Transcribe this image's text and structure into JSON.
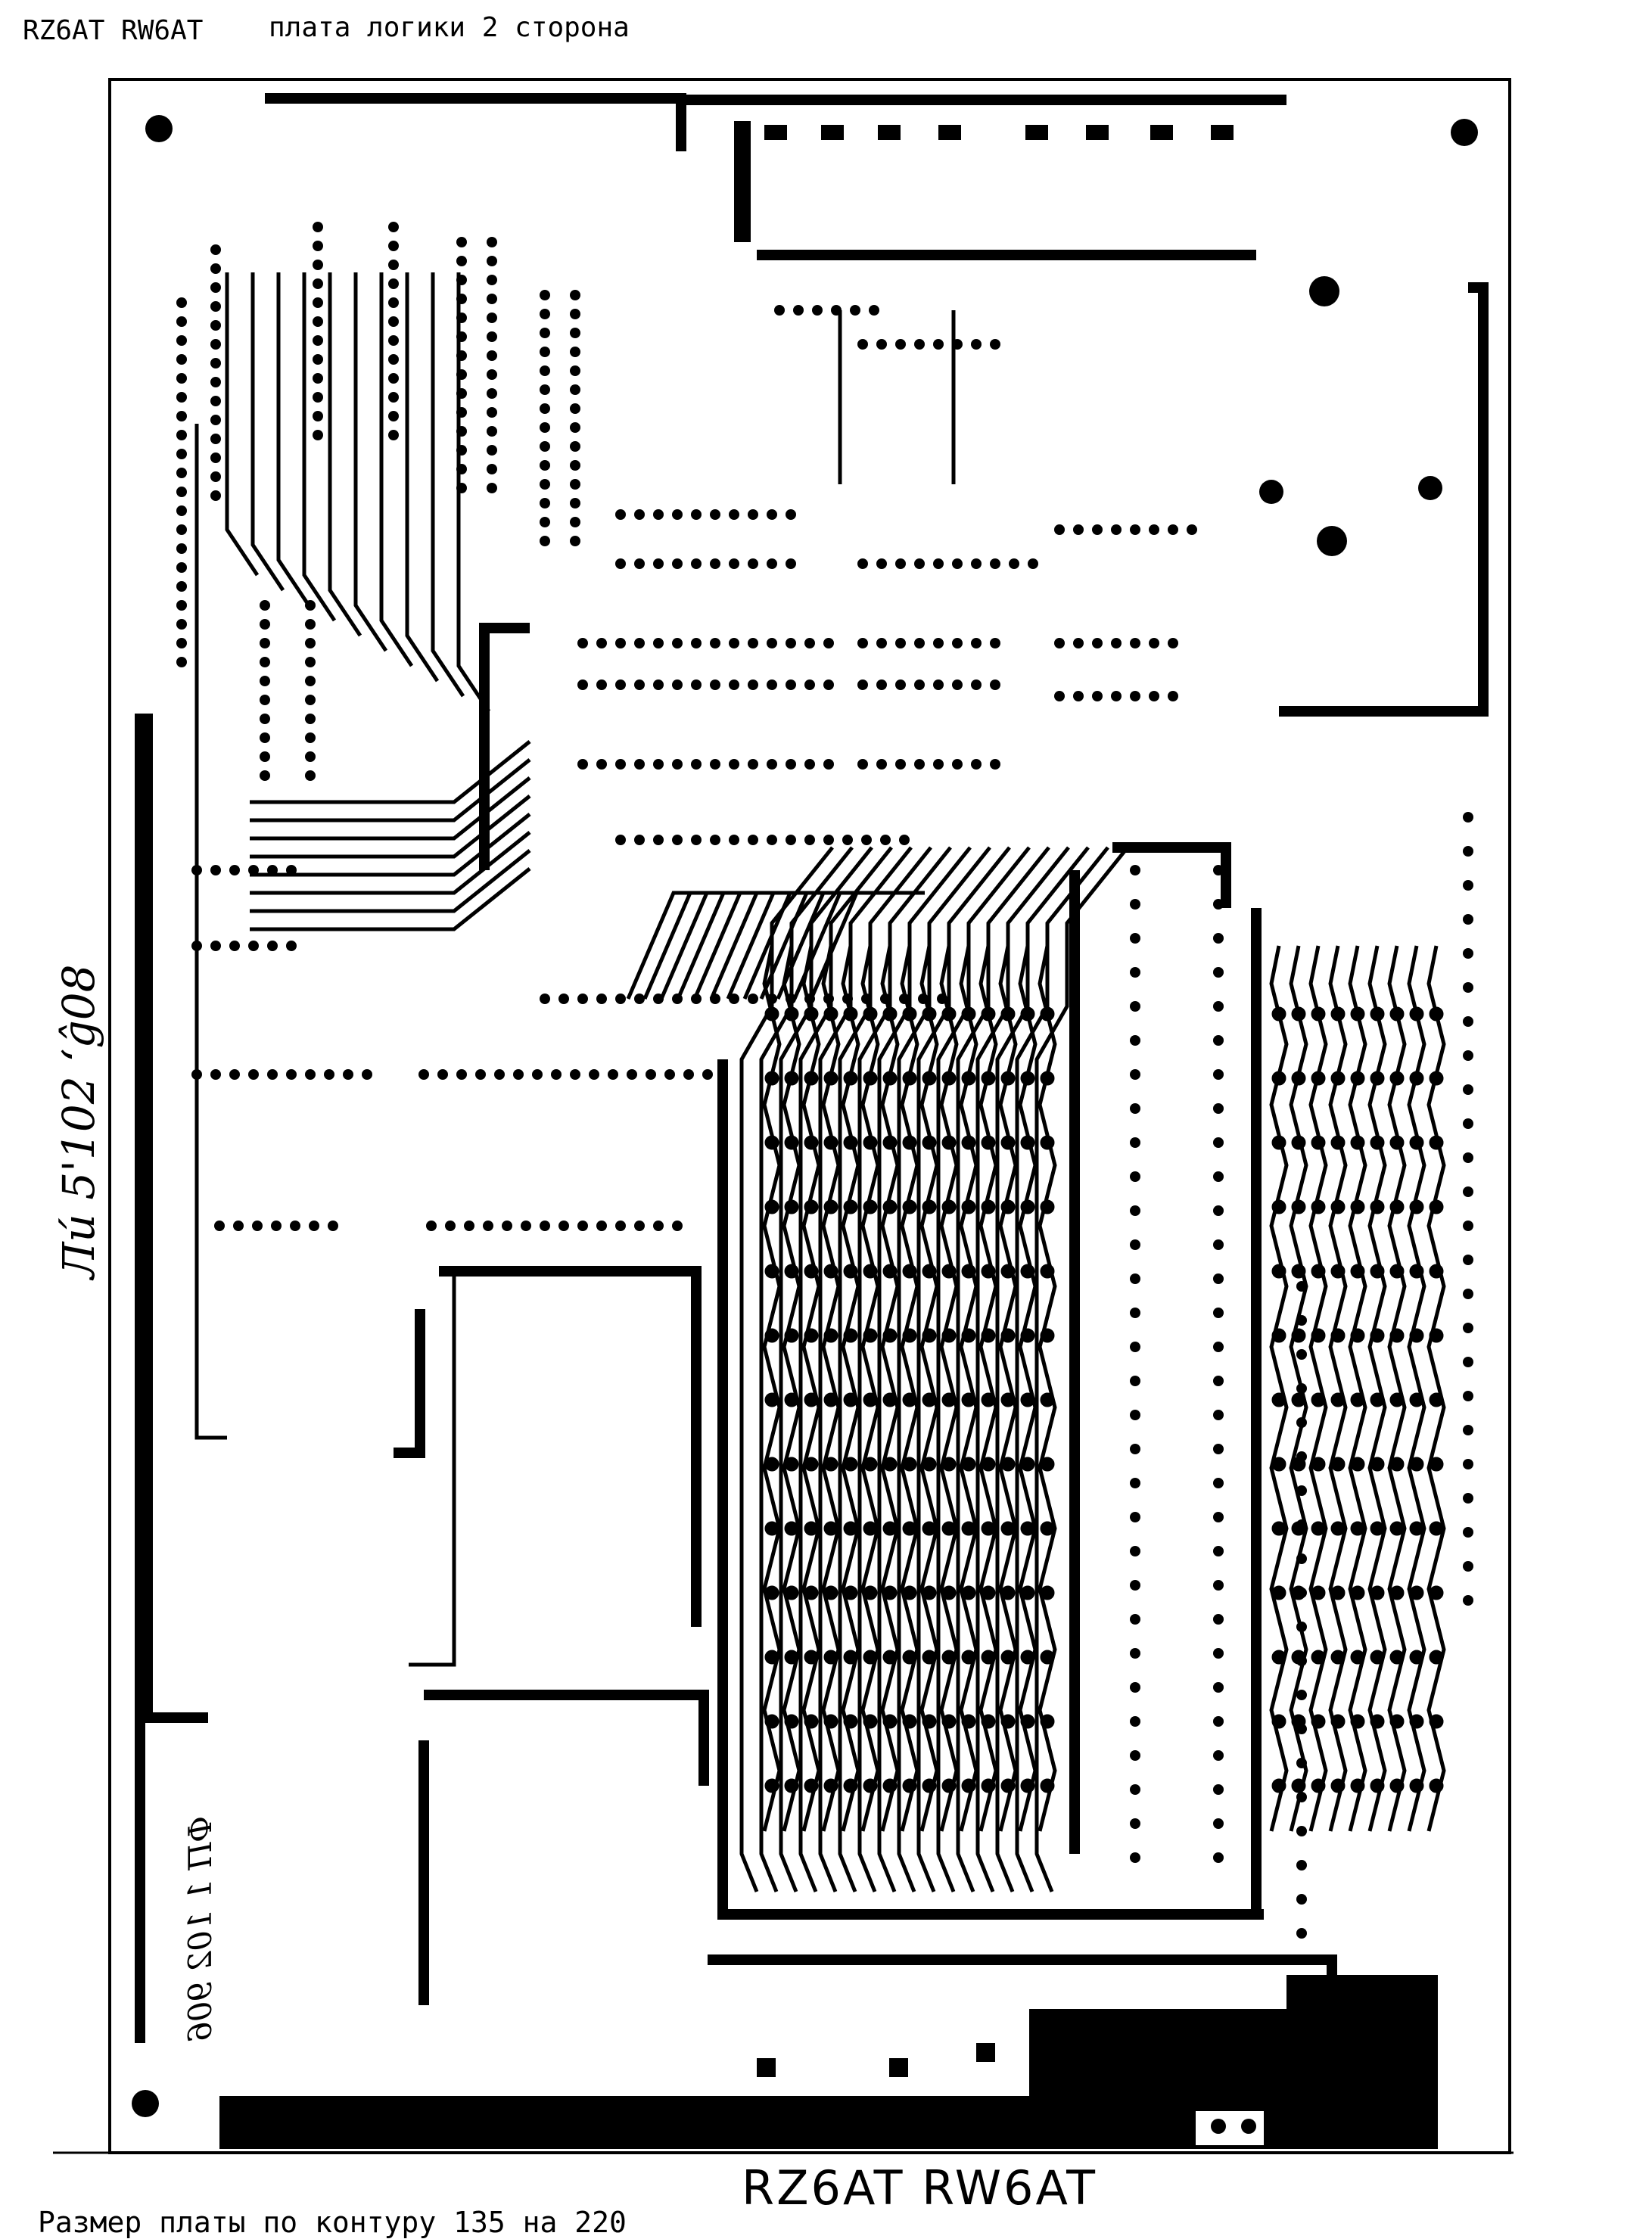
{
  "header": {
    "authors": "RZ6AT RW6AT",
    "title": "плата логики 2 сторона"
  },
  "footer": {
    "size_note": "Размер платы по контуру 135 на 220",
    "callsigns": "RZ6AT RW6AT"
  },
  "margin_notes": {
    "left": "Ли́ 5'102 ‘ĝ08",
    "inner": "ФП 1 102 906"
  },
  "colors": {
    "ink": "#000000",
    "paper": "#ffffff"
  }
}
